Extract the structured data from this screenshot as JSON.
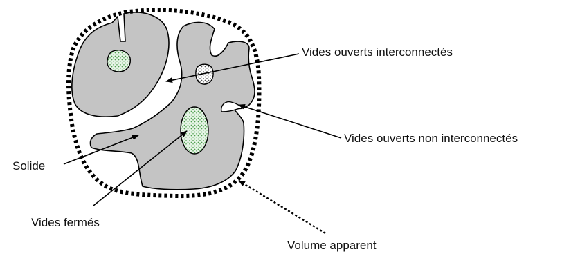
{
  "labels": {
    "interconnected_pores": "Vides ouverts interconnectés",
    "non_interconnected_pores": "Vides ouverts non interconnectés",
    "solid": "Solide",
    "closed_pores": "Vides fermés",
    "apparent_volume": "Volume apparent"
  },
  "colors": {
    "solid_fill": "#c4c4c4",
    "outline": "#000000",
    "closed_pore_fill": "#e6f4e6",
    "closed_pore_dots": "#4fa04f",
    "open_pore_fill": "#ffffff",
    "open_pore_dots": "#555555"
  }
}
